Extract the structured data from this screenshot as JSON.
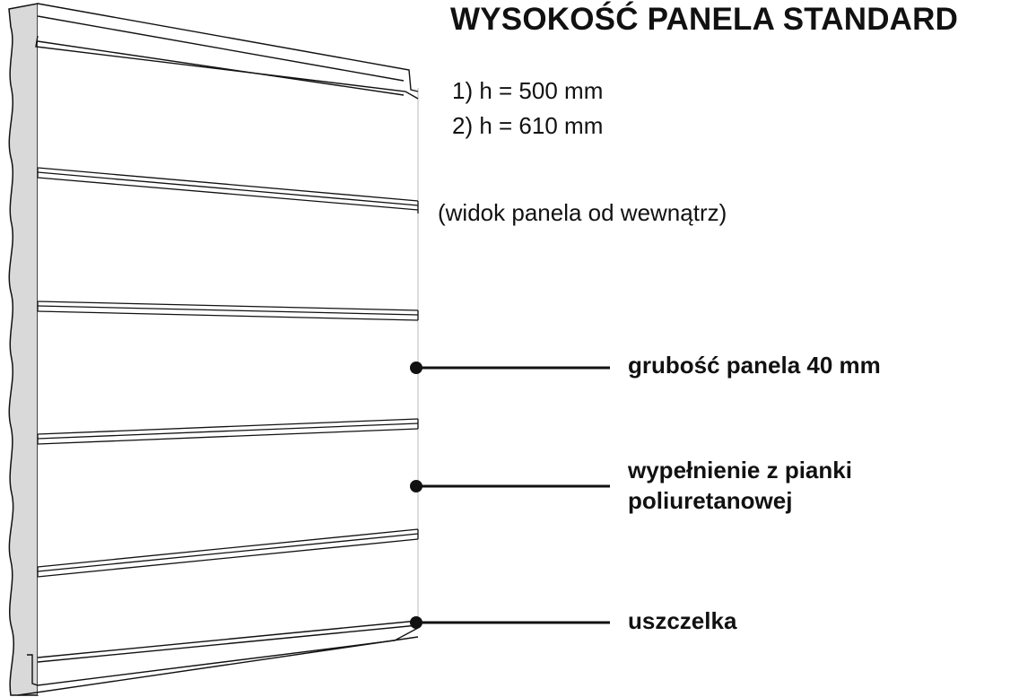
{
  "title": "WYSOKOŚĆ PANELA STANDARD",
  "heights": [
    "1) h = 500 mm",
    "2) h = 610 mm"
  ],
  "view_note": "(widok panela od wewnątrz)",
  "callouts": [
    {
      "line1": "grubość panela 40 mm",
      "line2": ""
    },
    {
      "line1": "wypełnienie z pianki",
      "line2": "poliuretanowej"
    },
    {
      "line1": "uszczelka",
      "line2": ""
    }
  ],
  "colors": {
    "ink": "#111111",
    "panel_edge": "#d9d9d9",
    "panel_face": "#ffffff"
  }
}
